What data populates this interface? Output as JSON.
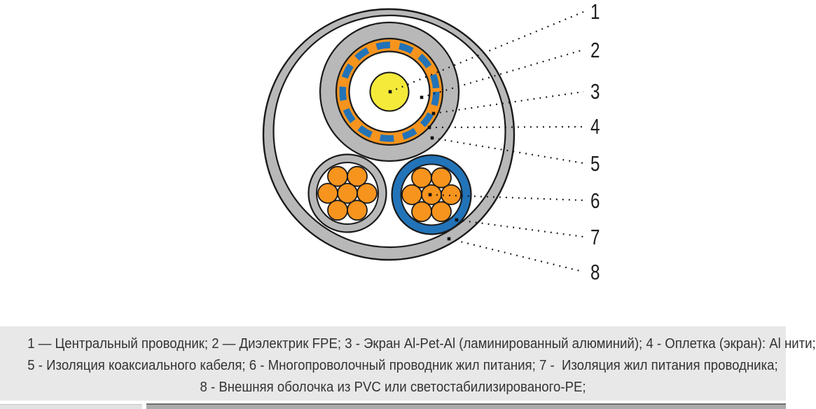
{
  "diagram": {
    "callouts": [
      "1",
      "2",
      "3",
      "4",
      "5",
      "6",
      "7",
      "8"
    ]
  },
  "legend": {
    "lines": [
      "1 — Центральный проводник; 2 — Диэлектрик FPE; 3 - Экран Al-Pet-Al (ламинированный алюминий); 4 - Оплетка (экран): Al нити;",
      "5 - Изоляция коаксиального кабеля; 6 - Многопроволочный проводник жил питания; 7 -  Изоляция жил питания проводника;",
      "8 - Внешняя оболочка из PVC или светостабилизированого-PE;"
    ]
  },
  "colors": {
    "sheath_gray": "#b8b8b8",
    "outline": "#1a1a1a",
    "orange": "#f7941e",
    "yellow": "#f5ea3a",
    "blue": "#2273b8",
    "legend_bg": "#e8e8e8",
    "text": "#333333",
    "leader": "#111111",
    "bar_dark": "#ababab",
    "bar_dark_edge": "#6e6e6e",
    "bar_light": "#e3e3e3",
    "bar_light_edge": "#c4c4c4"
  }
}
